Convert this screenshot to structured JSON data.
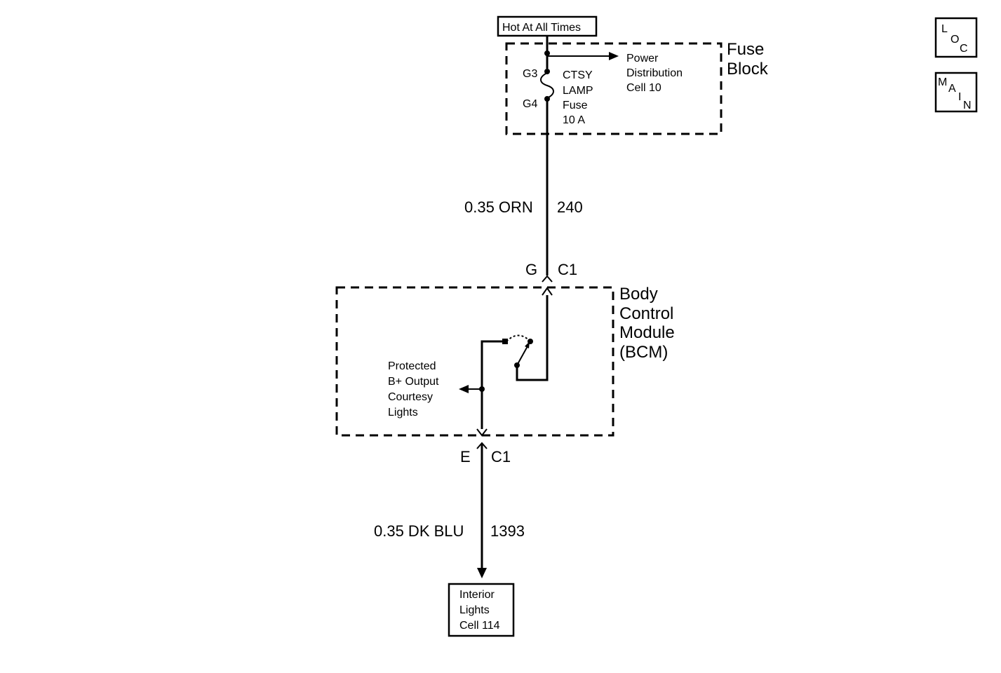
{
  "source": {
    "label": "Hot At All Times"
  },
  "fuse_block": {
    "title_line1": "Fuse",
    "title_line2": "Block",
    "pin_in": "G3",
    "pin_out": "G4",
    "fuse_line1": "CTSY",
    "fuse_line2": "LAMP",
    "fuse_line3": "Fuse",
    "fuse_line4": "10 A",
    "ref_line1": "Power",
    "ref_line2": "Distribution",
    "ref_line3": "Cell 10"
  },
  "wire_top": {
    "gauge_color": "0.35 ORN",
    "circuit": "240"
  },
  "connector_top": {
    "pin": "G",
    "connector": "C1"
  },
  "bcm": {
    "title_line1": "Body",
    "title_line2": "Control",
    "title_line3": "Module",
    "title_line4": "(BCM)",
    "output_line1": "Protected",
    "output_line2": "B+ Output",
    "output_line3": "Courtesy",
    "output_line4": "Lights"
  },
  "connector_bottom": {
    "pin": "E",
    "connector": "C1"
  },
  "wire_bottom": {
    "gauge_color": "0.35 DK BLU",
    "circuit": "1393"
  },
  "destination": {
    "line1": "Interior",
    "line2": "Lights",
    "line3": "Cell 114"
  },
  "nav": {
    "loc": {
      "l1": "L",
      "l2": "O",
      "l3": "C"
    },
    "main": {
      "l1": "M",
      "l2": "A",
      "l3": "I",
      "l4": "N"
    }
  }
}
